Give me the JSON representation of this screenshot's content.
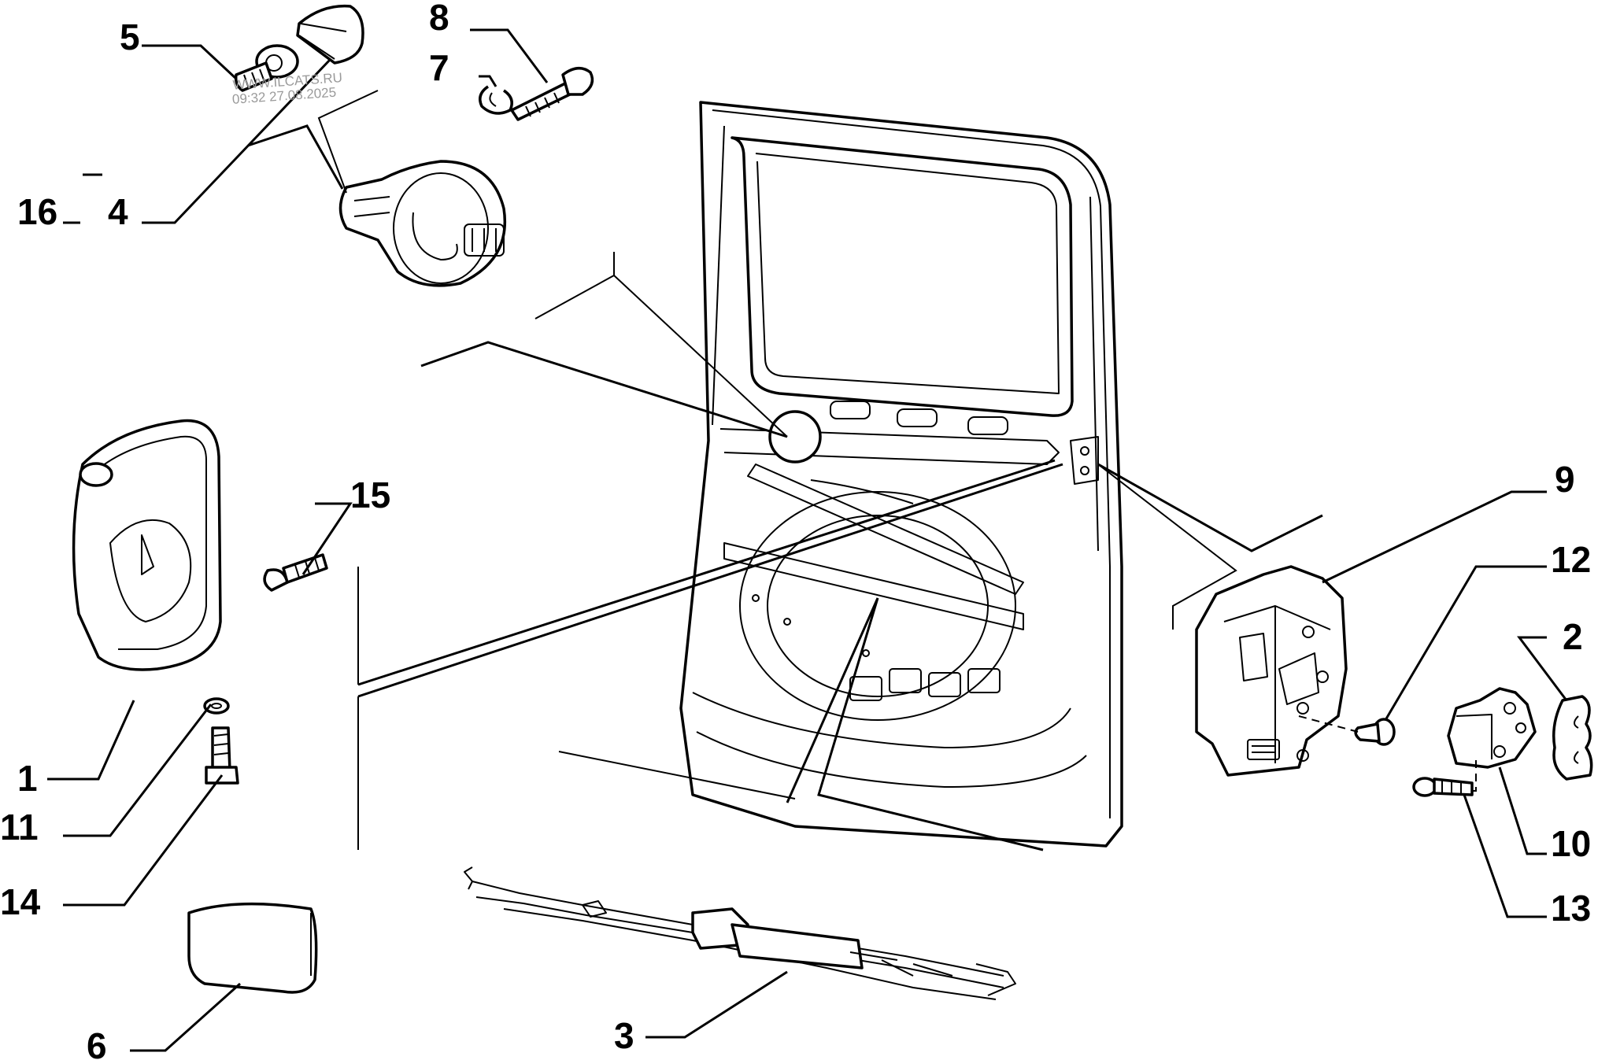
{
  "diagram": {
    "title": "Sliding door lock components",
    "callouts": [
      {
        "id": "1",
        "label": "1"
      },
      {
        "id": "2",
        "label": "2"
      },
      {
        "id": "3",
        "label": "3"
      },
      {
        "id": "4",
        "label": "4"
      },
      {
        "id": "5",
        "label": "5"
      },
      {
        "id": "6",
        "label": "6"
      },
      {
        "id": "7",
        "label": "7"
      },
      {
        "id": "8",
        "label": "8"
      },
      {
        "id": "9",
        "label": "9"
      },
      {
        "id": "10",
        "label": "10"
      },
      {
        "id": "11",
        "label": "11"
      },
      {
        "id": "12",
        "label": "12"
      },
      {
        "id": "13",
        "label": "13"
      },
      {
        "id": "14",
        "label": "14"
      },
      {
        "id": "15",
        "label": "15"
      },
      {
        "id": "16",
        "label": "16"
      }
    ],
    "watermark": {
      "line1": "WWW.ILCATS.RU",
      "line2": "09:32 27.08.2025"
    }
  }
}
